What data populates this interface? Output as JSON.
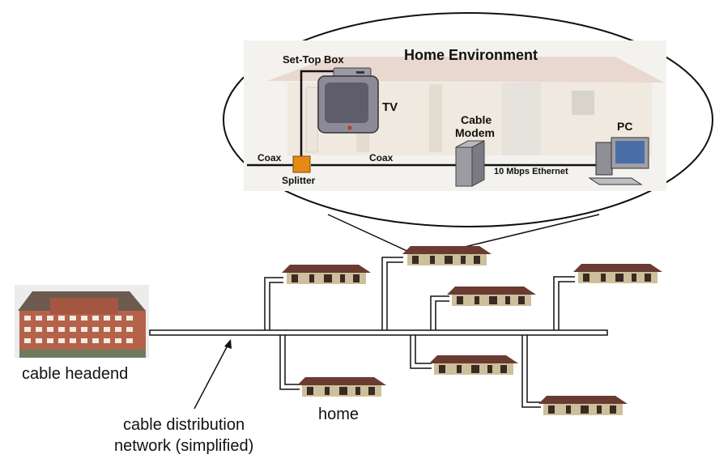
{
  "home_environment": {
    "title": "Home Environment",
    "set_top_box": "Set-Top Box",
    "tv": "TV",
    "cable_modem_line1": "Cable",
    "cable_modem_line2": "Modem",
    "pc": "PC",
    "coax_left": "Coax",
    "coax_right": "Coax",
    "splitter": "Splitter",
    "ethernet": "10 Mbps Ethernet"
  },
  "network": {
    "headend_label": "cable headend",
    "home_label": "home",
    "distribution_line1": "cable distribution",
    "distribution_line2": "network (simplified)"
  },
  "colors": {
    "splitter": "#E58A13",
    "roof": "#6A3B31",
    "wall": "#CDBF9B",
    "building_brick": "#B5624A"
  }
}
